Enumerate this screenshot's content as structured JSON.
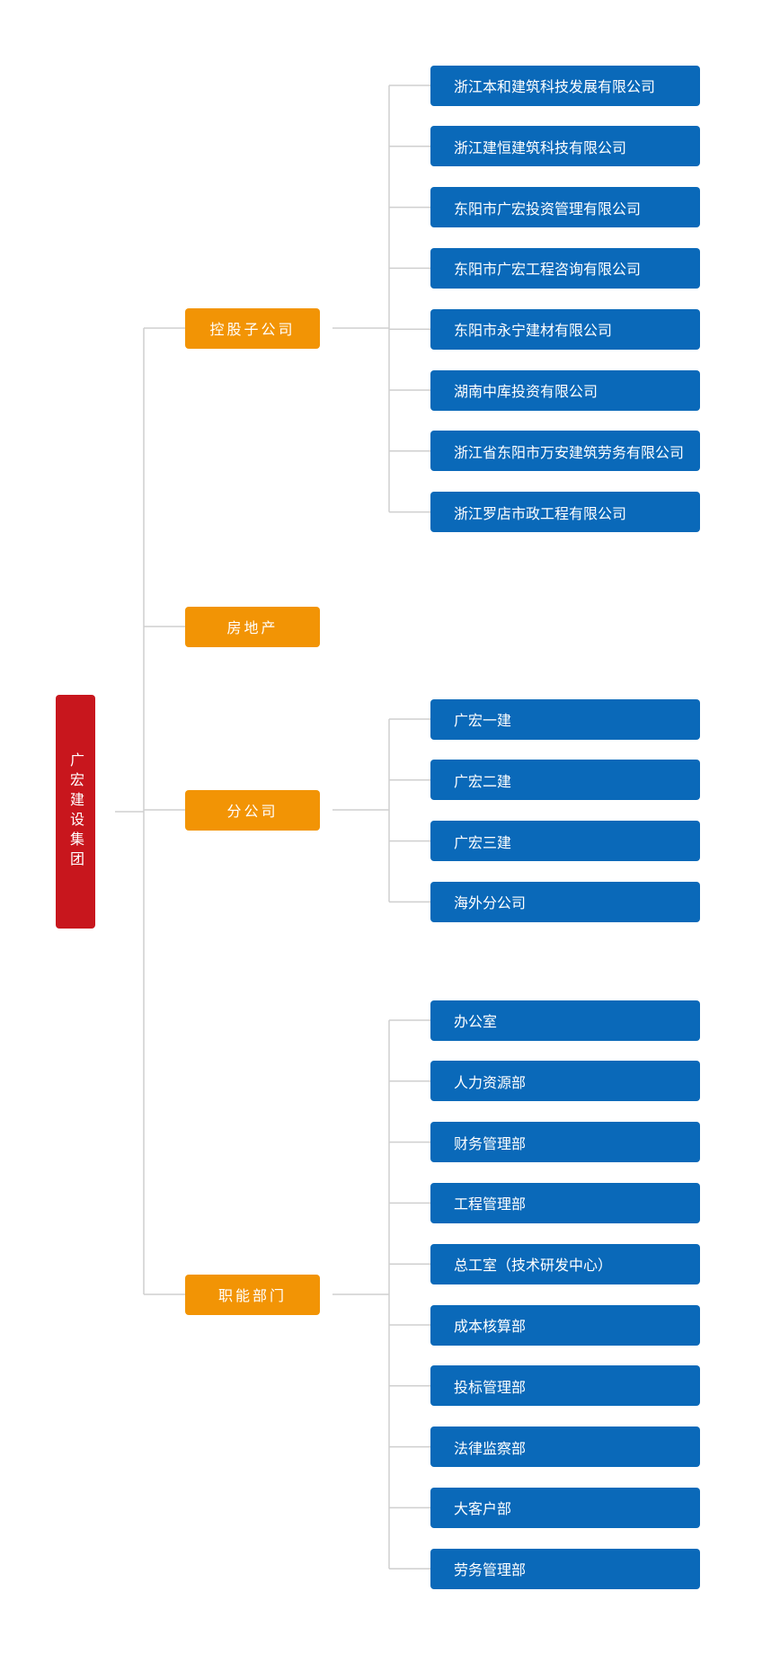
{
  "root": "广宏建设集团",
  "colors": {
    "root": "#c8161d",
    "category": "#f29405",
    "leaf": "#0a69b9",
    "line": "#cfcfcf"
  },
  "categories": [
    {
      "label": "控股子公司",
      "children": [
        "浙江本和建筑科技发展有限公司",
        "浙江建恒建筑科技有限公司",
        "东阳市广宏投资管理有限公司",
        "东阳市广宏工程咨询有限公司",
        "东阳市永宁建材有限公司",
        "湖南中库投资有限公司",
        "浙江省东阳市万安建筑劳务有限公司",
        "浙江罗店市政工程有限公司"
      ]
    },
    {
      "label": "房地产",
      "children": []
    },
    {
      "label": "分公司",
      "children": [
        "广宏一建",
        "广宏二建",
        "广宏三建",
        "海外分公司"
      ]
    },
    {
      "label": "职能部门",
      "children": [
        "办公室",
        "人力资源部",
        "财务管理部",
        "工程管理部",
        "总工室（技术研发中心）",
        "成本核算部",
        "投标管理部",
        "法律监察部",
        "大客户部",
        "劳务管理部"
      ]
    }
  ]
}
